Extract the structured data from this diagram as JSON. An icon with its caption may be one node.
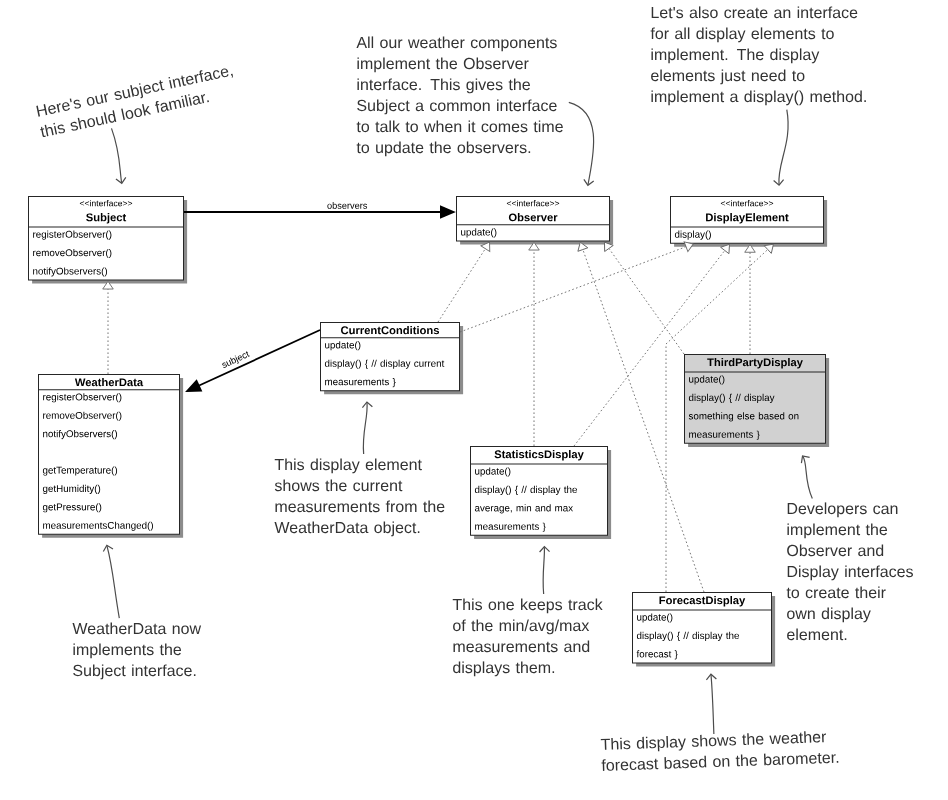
{
  "diagram": {
    "nodes": [
      {
        "text": [
          "Here's our subject interface, this should look familiar."
        ]
      },
      {
        "text": [
          "All our weather components implement the Observer interface. This gives the Subject a common interface to talk to when it comes time to update the observers."
        ]
      },
      {
        "text": [
          "Let's also create an interface for all display elements to implement. The display elements just need to implement a display() method."
        ]
      },
      {
        "text": [
          "<<interface>>",
          "Subject",
          "registerObserver()",
          "removeObserver()",
          "notifyObservers()"
        ]
      },
      {
        "text": [
          "<<interface>>",
          "Observer",
          "update()"
        ]
      },
      {
        "text": [
          "<<interface>>",
          "DisplayElement",
          "display()"
        ]
      },
      {
        "text": [
          "CurrentConditions",
          "update()",
          "display() { // display current measurements }"
        ]
      },
      {
        "text": [
          "WeatherData",
          "registerObserver()",
          "removeObserver()",
          "notifyObservers()",
          "getTemperature()",
          "getHumidity()",
          "getPressure()",
          "measurementsChanged()"
        ]
      },
      {
        "text": [
          "ThirdPartyDisplay",
          "update()",
          "display() { // display something else based on measurements }"
        ]
      },
      {
        "text": [
          "StatisticsDisplay",
          "update()",
          "display() { // display the average, min and max measurements }"
        ]
      },
      {
        "text": [
          "This display element shows the current measurements from the WeatherData object."
        ]
      },
      {
        "text": [
          "Developers can implement the Observer and Display interfaces to create their own display element."
        ]
      },
      {
        "text": [
          "WeatherData now implements the Subject interface."
        ]
      },
      {
        "text": [
          "ForecastDisplay",
          "update()",
          "display() { // display the forecast }"
        ]
      },
      {
        "text": [
          "This one keeps track of the min/avg/max measurements and displays them."
        ]
      },
      {
        "text": [
          "This display shows the weather forecast based on the barometer."
        ]
      }
    ],
    "edges": [
      {
        "from": 0,
        "to": 3,
        "arrow": "to"
      },
      {
        "from": 1,
        "to": 4,
        "arrow": "to"
      },
      {
        "from": 2,
        "to": 5,
        "arrow": "to"
      },
      {
        "from": 3,
        "to": 4,
        "arrow": "to",
        "label": "observers",
        "color": "#000000"
      },
      {
        "from": 7,
        "to": 3,
        "arrow": "to",
        "style": "dashed"
      },
      {
        "from": 6,
        "to": 4,
        "arrow": "to",
        "style": "dashed"
      },
      {
        "from": 6,
        "to": 5,
        "arrow": "to",
        "style": "dashed"
      },
      {
        "from": 8,
        "to": 4,
        "arrow": "to",
        "style": "dashed"
      },
      {
        "from": 8,
        "to": 5,
        "arrow": "to",
        "style": "dashed"
      },
      {
        "from": 9,
        "to": 4,
        "arrow": "to",
        "style": "dashed"
      },
      {
        "from": 9,
        "to": 5,
        "arrow": "to",
        "style": "dashed"
      },
      {
        "from": 13,
        "to": 4,
        "arrow": "to",
        "style": "dashed"
      },
      {
        "from": 13,
        "to": 5,
        "arrow": "to",
        "style": "dashed"
      },
      {
        "from": 6,
        "to": 7,
        "arrow": "to",
        "label": "subject",
        "color": "#000000"
      },
      {
        "from": 10,
        "to": 6,
        "arrow": "to"
      },
      {
        "from": 11,
        "to": 8,
        "arrow": "to"
      },
      {
        "from": 12,
        "to": 7,
        "arrow": "to"
      },
      {
        "from": 14,
        "to": 9,
        "arrow": "to"
      },
      {
        "from": 15,
        "to": 13,
        "arrow": "to"
      }
    ]
  }
}
